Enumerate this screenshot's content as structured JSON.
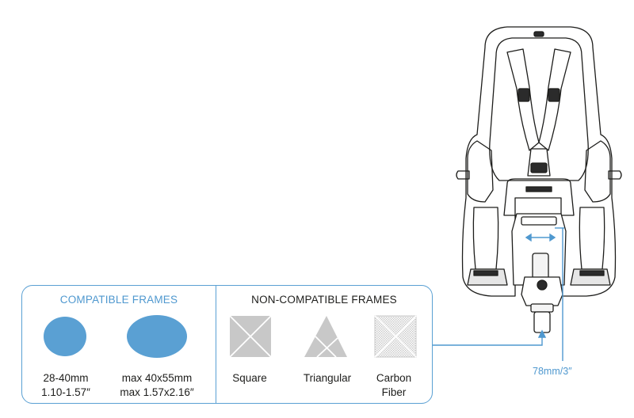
{
  "compatible": {
    "heading": "COMPATIBLE FRAMES",
    "round": {
      "line1": "28-40mm",
      "line2": "1.10-1.57″"
    },
    "oval": {
      "line1": "max 40x55mm",
      "line2": "max 1.57x2.16″"
    }
  },
  "non_compatible": {
    "heading": "NON-COMPATIBLE FRAMES",
    "square": "Square",
    "triangular": "Triangular",
    "carbon": {
      "line1": "Carbon",
      "line2": "Fiber"
    }
  },
  "dimension": {
    "label": "78mm/3″"
  },
  "colors": {
    "accent": "#5aa0d3",
    "shape_fill": "#5aa0d3",
    "noncompat_fill": "#c8c8c8"
  }
}
